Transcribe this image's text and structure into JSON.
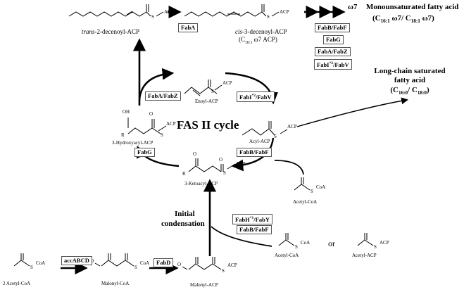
{
  "molecules": {
    "trans_decenoyl": "trans-2-decenoyl-ACP",
    "trans_decenoyl_prefix": "trans",
    "trans_decenoyl_rest": "-2-decenoyl-ACP",
    "cis_decenoyl_prefix": "cis",
    "cis_decenoyl_rest": "-3-decenoyl-ACP",
    "cis_decenoyl_sub_pre": "(C",
    "cis_decenoyl_sub_num": "10:1",
    "cis_decenoyl_sub_post": " ω7 ACP)",
    "enoyl": "Enoyl-ACP",
    "acyl": "Acyl-ACP",
    "hydroxyacyl": "3-Hydroxyacyl-ACP",
    "ketoacyl": "3-Ketoacyl-ACP",
    "acetyl_coa_mid": "Acetyl-CoA",
    "acetyl_coa_bottom": "Acetyl-CoA",
    "acetyl_acp": "Acetyl-ACP",
    "two_acetyl_coa": "2 Acetyl-CoA",
    "malonyl_coa": "Malonyl-CoA",
    "malonyl_acp": "Malonyl-ACP",
    "or_word": "or"
  },
  "atoms": {
    "acp": "ACP",
    "coa": "CoA",
    "s": "S",
    "o": "O",
    "oh": "OH",
    "r": "R"
  },
  "enzymes": {
    "fabA_top": "FabA",
    "fabB_fabF_top": "FabB/FabF",
    "fabG_top": "FabG",
    "fabA_fabZ_top": "FabA/FabZ",
    "fabI_fabV_top_pre": "FabI",
    "fabI_fabV_top_sup": "*2",
    "fabI_fabV_top_post": "/FabV",
    "fabA_fabZ_cycle": "FabA/FabZ",
    "fabI_fabV_cycle_pre": "FabI",
    "fabI_fabV_cycle_sup": "*2",
    "fabI_fabV_cycle_post": "/FabV",
    "fabG_cycle": "FabG",
    "fabB_fabF_cycle": "FabB/FabF",
    "fabH_pre": "FabH",
    "fabH_sup": "*1",
    "fabH_post": "/FabY",
    "fabB_fabF_init": "FabB/FabF",
    "accABCD": "accABCD",
    "fabD": "FabD"
  },
  "headings": {
    "omega7": "ω7",
    "monounsat_title": "Monounsaturated fatty acid",
    "monounsat_line2_c": "(C",
    "monounsat_line2_n1": "16:1",
    "monounsat_line2_mid": " ω7/ C",
    "monounsat_line2_n2": "18:1",
    "monounsat_line2_end": " ω7)",
    "longchain_l1": "Long-chain saturated",
    "longchain_l2": "fatty acid",
    "longchain_c1": "(C",
    "longchain_n1": "16:0",
    "longchain_mid": "/ C",
    "longchain_n2": "18:0",
    "longchain_end": ")",
    "cycle": "FAS II cycle",
    "initial_l1": "Initial",
    "initial_l2": "condensation"
  }
}
